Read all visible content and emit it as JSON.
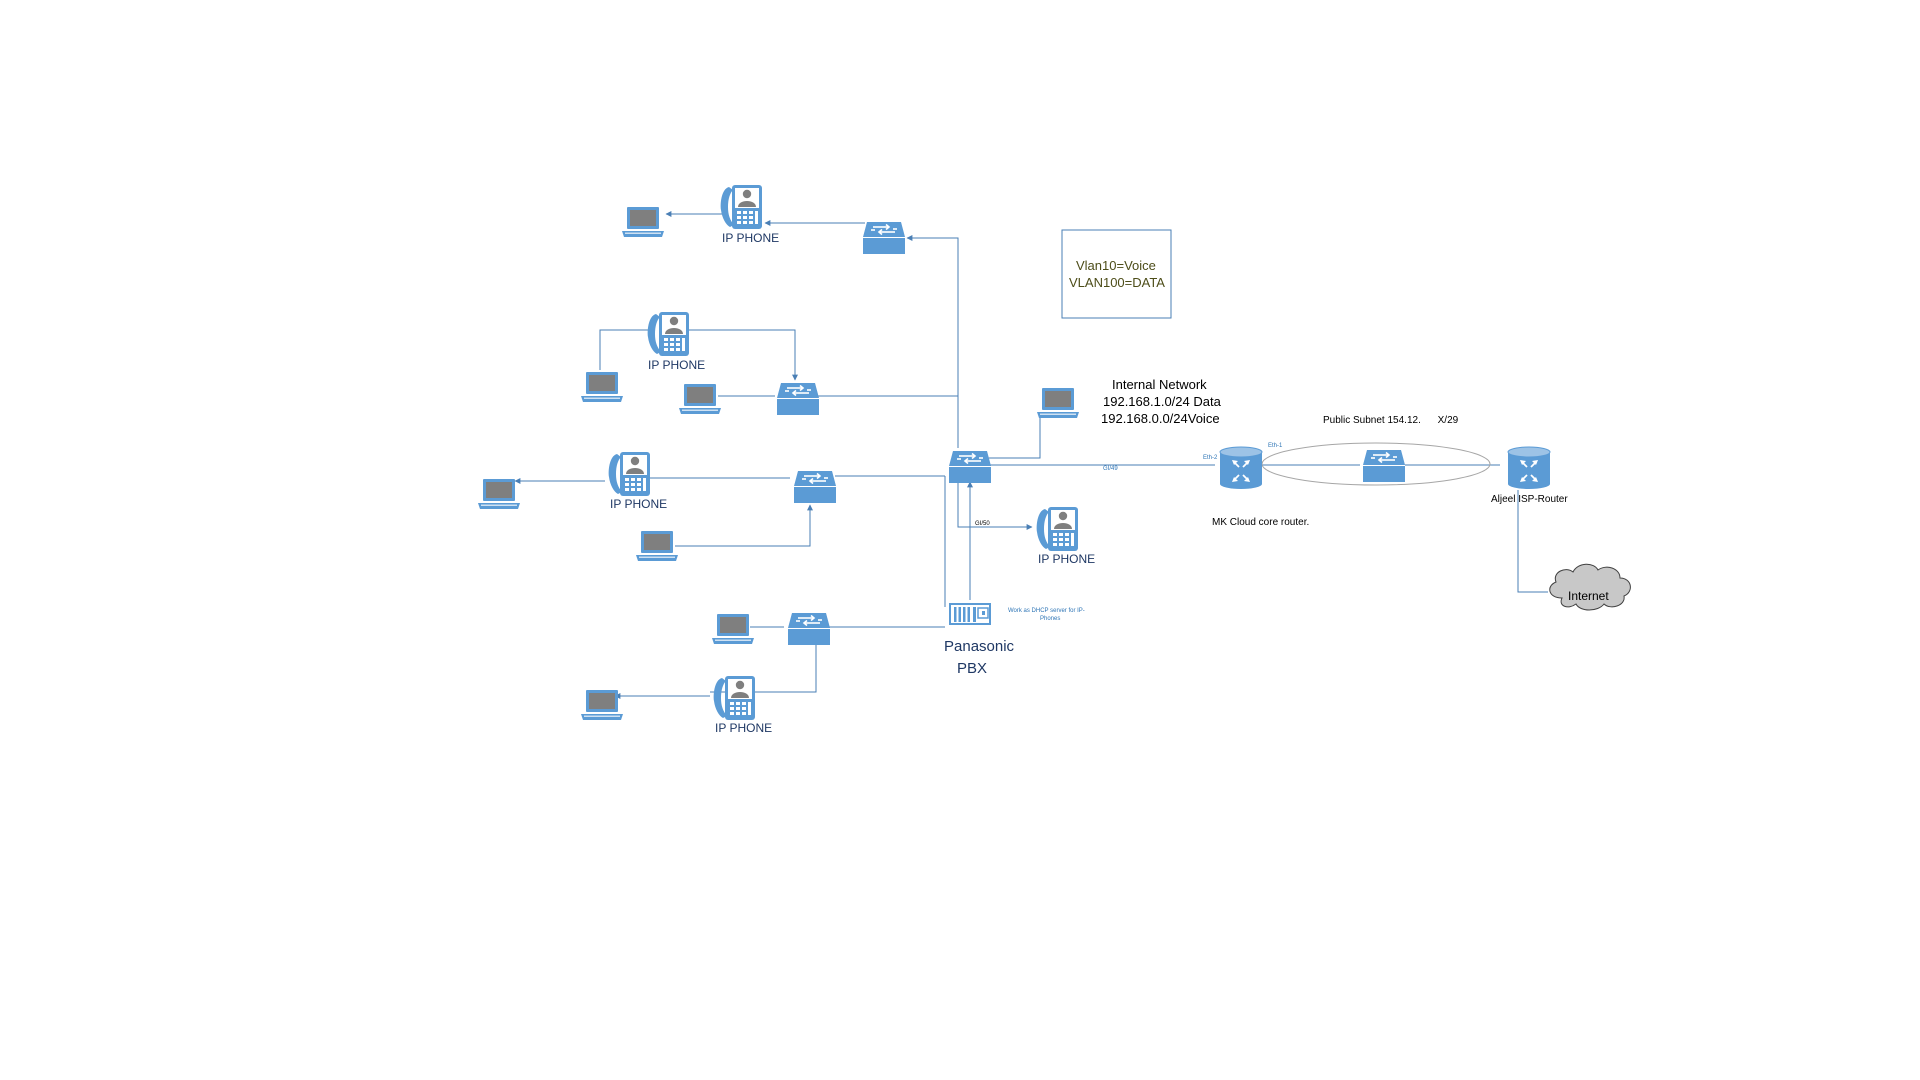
{
  "phone_label": "IP PHONE",
  "legend": {
    "line1": "Vlan10=Voice",
    "line2": "VLAN100=DATA"
  },
  "internal_network": {
    "title": "Internal Network",
    "data_subnet": "192.168.1.0/24 Data",
    "voice_subnet": "192.168.0.0/24Voice"
  },
  "public_subnet": {
    "prefix": "Public Subnet 154.12.",
    "suffix": "X/29"
  },
  "ports": {
    "core_uplink": "GI/49",
    "pbx_port": "GI/50",
    "core_eth2": "Eth-2",
    "core_eth1": "Eth-1"
  },
  "core_router_label": "MK Cloud core router.",
  "isp_router_label": "Aljeel ISP-Router",
  "internet_label": "Internet",
  "pbx": {
    "line1": "Panasonic",
    "line2": "PBX",
    "note_line1": "Work as DHCP server for IP-",
    "note_line2": "Phones"
  },
  "colors": {
    "device_blue": "#5b9bd5",
    "line_blue": "#4a7fb5",
    "cloud_gray": "#c8c8c8",
    "legend_text": "#4d4d19"
  }
}
